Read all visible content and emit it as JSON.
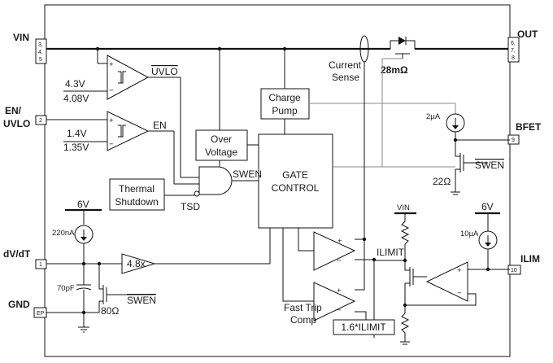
{
  "pins": {
    "vin": {
      "name": "VIN",
      "num": [
        "3,",
        "4,",
        "5"
      ]
    },
    "en": {
      "name1": "EN/",
      "name2": "UVLO",
      "num": "2"
    },
    "dvdt": {
      "name": "dV/dT",
      "num": "1"
    },
    "gnd": {
      "name": "GND",
      "num": "EP"
    },
    "out": {
      "name": "OUT",
      "num": [
        "6,",
        "7,",
        "8"
      ]
    },
    "bfet": {
      "name": "BFET",
      "num": "9"
    },
    "ilim": {
      "name": "ILIM",
      "num": "10"
    }
  },
  "blocks": {
    "charge_pump": [
      "Charge",
      "Pump"
    ],
    "over_voltage": [
      "Over",
      "Voltage"
    ],
    "thermal": [
      "Thermal",
      "Shutdown"
    ],
    "gate_control": [
      "GATE",
      "CONTROL"
    ],
    "gain": "4.8x",
    "ilimit_ref": "1.6*ILIMIT"
  },
  "labels": {
    "uvlo": "UVLO",
    "en": "EN",
    "swen": "SWEN",
    "swen_bar": "SWEN",
    "swen_small": "SWEN",
    "tsd": "TSD",
    "v43": "4.3V",
    "v408": "4.08V",
    "v14": "1.4V",
    "v135": "1.35V",
    "current_sense": [
      "Current",
      "Sense"
    ],
    "rds": "28mΩ",
    "i2ua": "2µA",
    "r22": "22Ω",
    "v6_left": "6V",
    "i220": "220nA",
    "c70": "70pF",
    "r80": "80Ω",
    "ilimit": "ILIMIT",
    "fast_trip": [
      "Fast Trip",
      "Comp"
    ],
    "vin_small": "VIN",
    "v6_right": "6V",
    "i10": "10µA",
    "plus": "+",
    "minus": "−"
  }
}
